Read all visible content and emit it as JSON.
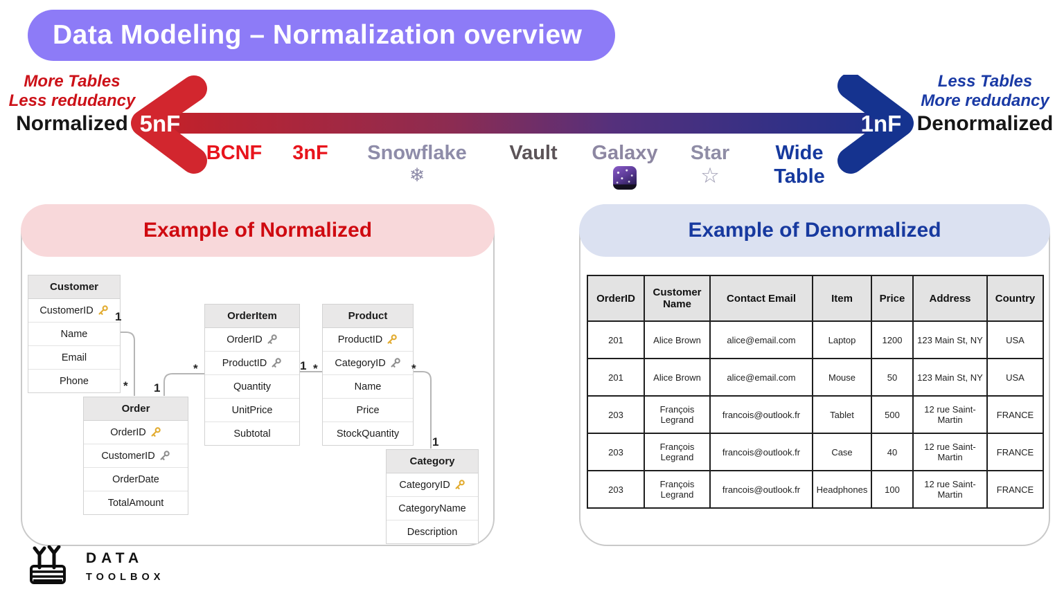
{
  "title": "Data Modeling – Normalization overview",
  "spectrum": {
    "left": {
      "caption1": "More Tables",
      "caption2": "Less redudancy",
      "label": "Normalized",
      "form": "5nF"
    },
    "right": {
      "caption1": "Less Tables",
      "caption2": "More redudancy",
      "label": "Denormalized",
      "form": "1nF"
    },
    "stages": {
      "bcnf": "BCNF",
      "threenf": "3nF",
      "snowflake": "Snowflake",
      "vault": "Vault",
      "galaxy": "Galaxy",
      "star": "Star",
      "wide_line1": "Wide",
      "wide_line2": "Table"
    },
    "icons": {
      "snowflake_glyph": "❄",
      "star_glyph": "☆",
      "galaxy_icon": "milky-way"
    },
    "colors": {
      "red_end": "#d2262e",
      "blue_end": "#15338f",
      "bright_red": "#e8141c",
      "stage_gray": "#8e8ca9",
      "vault_gray": "#5c5458",
      "wide_blue": "#16399e"
    }
  },
  "normalized": {
    "title": "Example of Normalized",
    "entities": [
      {
        "name": "Customer",
        "fields": [
          {
            "n": "CustomerID",
            "k": "gold"
          },
          {
            "n": "Name",
            "k": ""
          },
          {
            "n": "Email",
            "k": ""
          },
          {
            "n": "Phone",
            "k": ""
          }
        ]
      },
      {
        "name": "OrderItem",
        "fields": [
          {
            "n": "OrderID",
            "k": "gray"
          },
          {
            "n": "ProductID",
            "k": "gray"
          },
          {
            "n": "Quantity",
            "k": ""
          },
          {
            "n": "UnitPrice",
            "k": ""
          },
          {
            "n": "Subtotal",
            "k": ""
          }
        ]
      },
      {
        "name": "Product",
        "fields": [
          {
            "n": "ProductID",
            "k": "gold"
          },
          {
            "n": "CategoryID",
            "k": "gray"
          },
          {
            "n": "Name",
            "k": ""
          },
          {
            "n": "Price",
            "k": ""
          },
          {
            "n": "StockQuantity",
            "k": ""
          }
        ]
      },
      {
        "name": "Order",
        "fields": [
          {
            "n": "OrderID",
            "k": "gold"
          },
          {
            "n": "CustomerID",
            "k": "gray"
          },
          {
            "n": "OrderDate",
            "k": ""
          },
          {
            "n": "TotalAmount",
            "k": ""
          }
        ]
      },
      {
        "name": "Category",
        "fields": [
          {
            "n": "CategoryID",
            "k": "gold"
          },
          {
            "n": "CategoryName",
            "k": ""
          },
          {
            "n": "Description",
            "k": ""
          }
        ]
      }
    ],
    "cardinalities": {
      "customer_one": "1",
      "order_many": "*",
      "order_one": "1",
      "orderitem_many": "*",
      "orderitem_one": "1",
      "product_many": "*",
      "product_cat_many": "*",
      "category_one": "1"
    }
  },
  "denormalized": {
    "title": "Example of Denormalized",
    "headers": [
      "OrderID",
      "Customer Name",
      "Contact Email",
      "Item",
      "Price",
      "Address",
      "Country"
    ],
    "rows": [
      [
        "201",
        "Alice Brown",
        "alice@email.com",
        "Laptop",
        "1200",
        "123 Main St, NY",
        "USA"
      ],
      [
        "201",
        "Alice Brown",
        "alice@email.com",
        "Mouse",
        "50",
        "123 Main St, NY",
        "USA"
      ],
      [
        "203",
        "François Legrand",
        "francois@outlook.fr",
        "Tablet",
        "500",
        "12 rue Saint-Martin",
        "FRANCE"
      ],
      [
        "203",
        "François Legrand",
        "francois@outlook.fr",
        "Case",
        "40",
        "12 rue Saint-Martin",
        "FRANCE"
      ],
      [
        "203",
        "François Legrand",
        "francois@outlook.fr",
        "Headphones",
        "100",
        "12 rue Saint-Martin",
        "FRANCE"
      ]
    ]
  },
  "logo": {
    "line1": "DATA",
    "line2": "TOOLBOX"
  }
}
